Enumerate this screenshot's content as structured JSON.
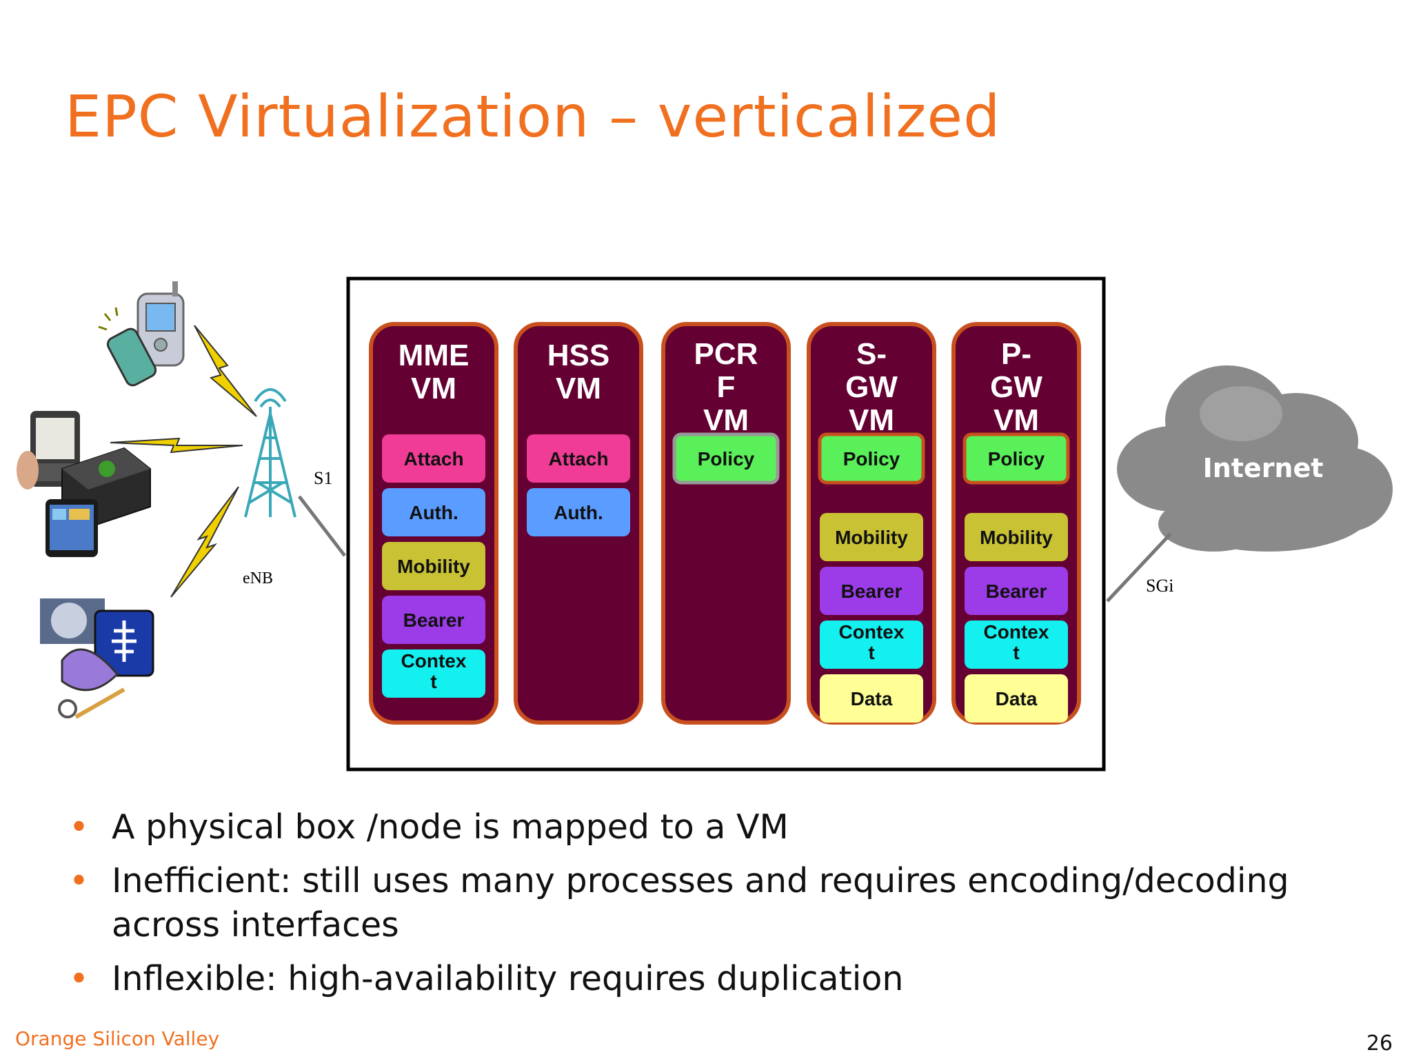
{
  "slide": {
    "title": "EPC Virtualization – verticalized",
    "footer": "Orange Silicon Valley",
    "page_number": "26"
  },
  "diagram": {
    "vms": [
      {
        "label_lines": [
          "MME",
          "VM"
        ],
        "functions": [
          "Attach",
          "Auth.",
          "Mobility",
          "Bearer",
          "Contex\nt"
        ]
      },
      {
        "label_lines": [
          "HSS",
          "VM"
        ],
        "functions": [
          "Attach",
          "Auth."
        ]
      },
      {
        "label_lines": [
          "PCR",
          "F",
          "VM"
        ],
        "functions": [
          "Policy"
        ]
      },
      {
        "label_lines": [
          "S-",
          "GW",
          "VM"
        ],
        "functions": [
          "Policy",
          "Mobility",
          "Bearer",
          "Contex\nt",
          "Data"
        ]
      },
      {
        "label_lines": [
          "P-",
          "GW",
          "VM"
        ],
        "functions": [
          "Policy",
          "Mobility",
          "Bearer",
          "Contex\nt",
          "Data"
        ]
      }
    ],
    "function_colors": {
      "Attach": "#f03c96",
      "Auth.": "#5a9cff",
      "Mobility": "#c8c234",
      "Bearer": "#9c3ce8",
      "Contex\nt": "#14f0f0",
      "Policy": "#5af05a",
      "Data": "#ffff96"
    },
    "vm_fill": "#640032",
    "vm_border": "#c8501e",
    "labels": {
      "s1": "S1",
      "enb": "eNB",
      "sgi": "SGi",
      "internet": "Internet"
    },
    "icons": [
      "phone-icon",
      "ereader-icon",
      "game-console-icon",
      "tablet-icon",
      "medical-devices-icon",
      "cell-tower-icon",
      "lightning-icon",
      "cloud-icon"
    ]
  },
  "bullets": [
    "A physical box /node is mapped to a VM",
    "Inefficient: still uses many processes and requires encoding/decoding across interfaces",
    "Inflexible: high-availability requires duplication"
  ]
}
